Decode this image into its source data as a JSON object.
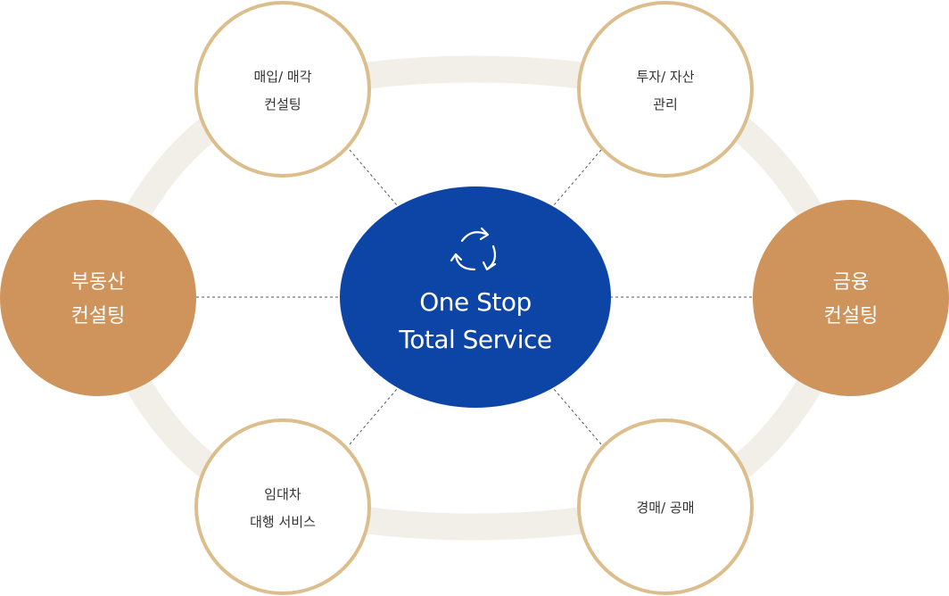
{
  "center": {
    "icon": "recycle-arrows-icon",
    "line1": "One Stop",
    "line2": "Total Service",
    "color": "#0d45a7"
  },
  "nodes": {
    "real_estate": {
      "line1": "부동산",
      "line2": "컨설팅"
    },
    "finance": {
      "line1": "금융",
      "line2": "컨설팅"
    },
    "purchase_sale": {
      "line1": "매입/ 매각",
      "line2": "컨설팅"
    },
    "investment_asset": {
      "line1": "투자/ 자산",
      "line2": "관리"
    },
    "lease_agency": {
      "line1": "임대차",
      "line2": "대행 서비스"
    },
    "auction": {
      "line1": "경매/ 공매"
    }
  },
  "colors": {
    "primary_blue": "#0d45a7",
    "accent_brown": "#cf945c",
    "circle_border": "#dcbd8c",
    "ring": "#f2efe9",
    "dash_line": "#555555"
  }
}
